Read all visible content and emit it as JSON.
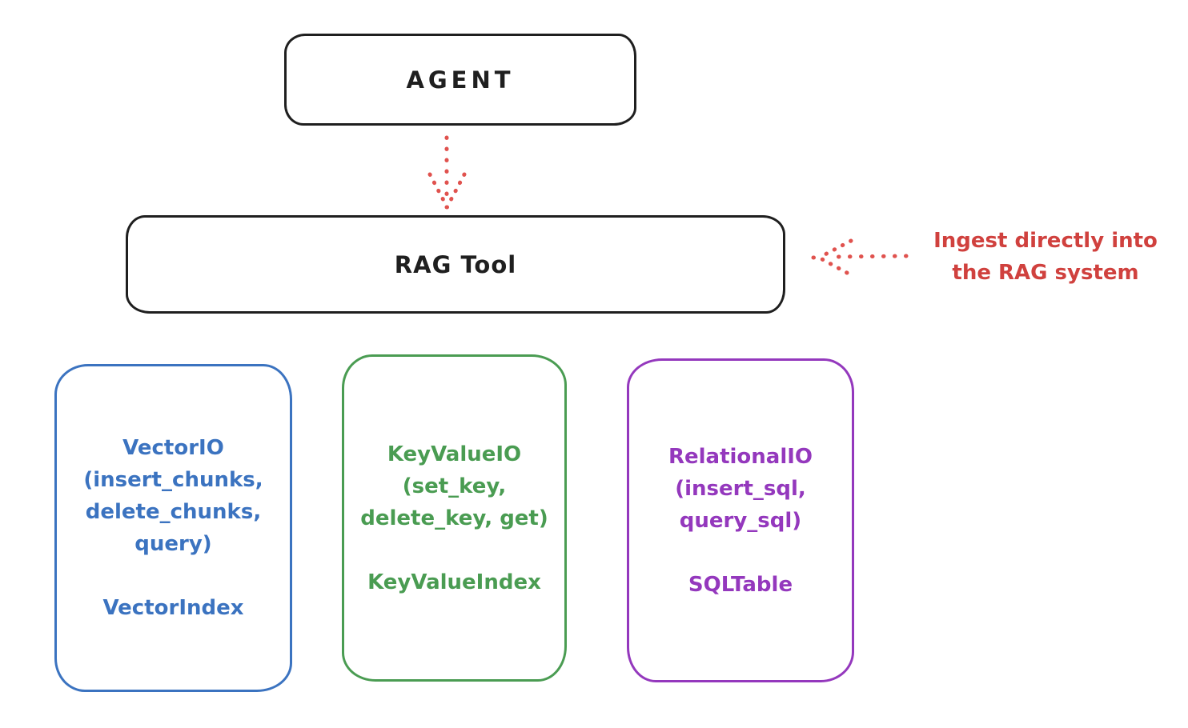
{
  "nodes": {
    "agent": {
      "label": "AGENT"
    },
    "rag_tool": {
      "label": "RAG Tool"
    },
    "vector_io": {
      "title_lines": [
        "VectorIO",
        "(insert_chunks,",
        "delete_chunks,",
        "query)"
      ],
      "index_label": "VectorIndex"
    },
    "key_value_io": {
      "title_lines": [
        "KeyValueIO",
        "(set_key,",
        "delete_key, get)"
      ],
      "index_label": "KeyValueIndex"
    },
    "relational_io": {
      "title_lines": [
        "RelationalIO",
        "(insert_sql,",
        "query_sql)"
      ],
      "index_label": "SQLTable"
    }
  },
  "annotation": {
    "lines": [
      "Ingest directly into",
      "the RAG system"
    ]
  },
  "colors": {
    "ink": "#1f1f1f",
    "red": "#d0413e",
    "blue": "#3b73c0",
    "green": "#4a9c52",
    "purple": "#9438bd",
    "background": "#ffffff"
  }
}
